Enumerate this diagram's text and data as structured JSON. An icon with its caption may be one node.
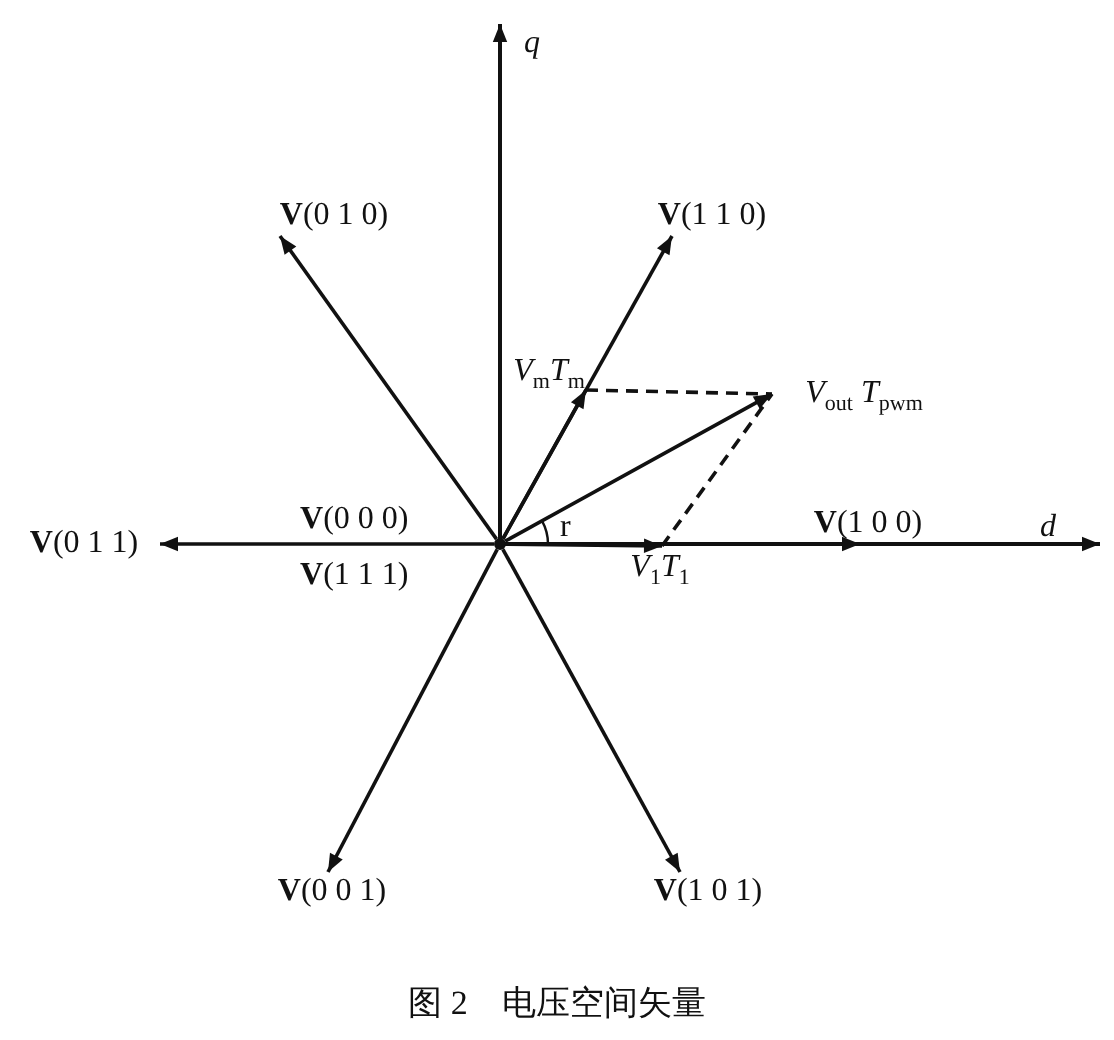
{
  "diagram": {
    "caption": "图 2　电压空间矢量",
    "nodes": [
      {
        "text": [],
        "shape": "dot"
      },
      {
        "text": [
          "**V**(1 0 0)"
        ]
      },
      {
        "text": [
          "**V**(1 1 0)"
        ]
      },
      {
        "text": [
          "**V**(0 1 0)"
        ]
      },
      {
        "text": [
          "**V**(0 1 1)"
        ]
      },
      {
        "text": [
          "**V**(0 0 1)"
        ]
      },
      {
        "text": [
          "**V**(1 0 1)"
        ]
      },
      {
        "text": [
          "*V*$_{m}$*T*$_{m}$"
        ]
      },
      {
        "text": [
          "*V*$_{1}$*T*$_{1}$"
        ]
      },
      {
        "text": [
          "*V*$_{out}$ *T*$_{pwm}$"
        ]
      }
    ],
    "edges": [
      {
        "from": 0,
        "to": 1,
        "arrow": "to"
      },
      {
        "from": 0,
        "to": 2,
        "arrow": "to"
      },
      {
        "from": 0,
        "to": 3,
        "arrow": "to"
      },
      {
        "from": 0,
        "to": 4,
        "arrow": "to"
      },
      {
        "from": 0,
        "to": 5,
        "arrow": "to"
      },
      {
        "from": 0,
        "to": 6,
        "arrow": "to"
      },
      {
        "from": 0,
        "to": 7,
        "arrow": "to"
      },
      {
        "from": 0,
        "to": 8,
        "arrow": "to"
      },
      {
        "from": 0,
        "to": 9,
        "arrow": "to"
      },
      {
        "from": 7,
        "to": 9,
        "arrow": "none",
        "style": "dashed"
      },
      {
        "from": 8,
        "to": 9,
        "arrow": "none",
        "style": "dashed"
      }
    ],
    "labels": [
      "q",
      "d",
      "**V**(0 0 0)",
      "**V**(1 1 1)",
      "r"
    ]
  }
}
